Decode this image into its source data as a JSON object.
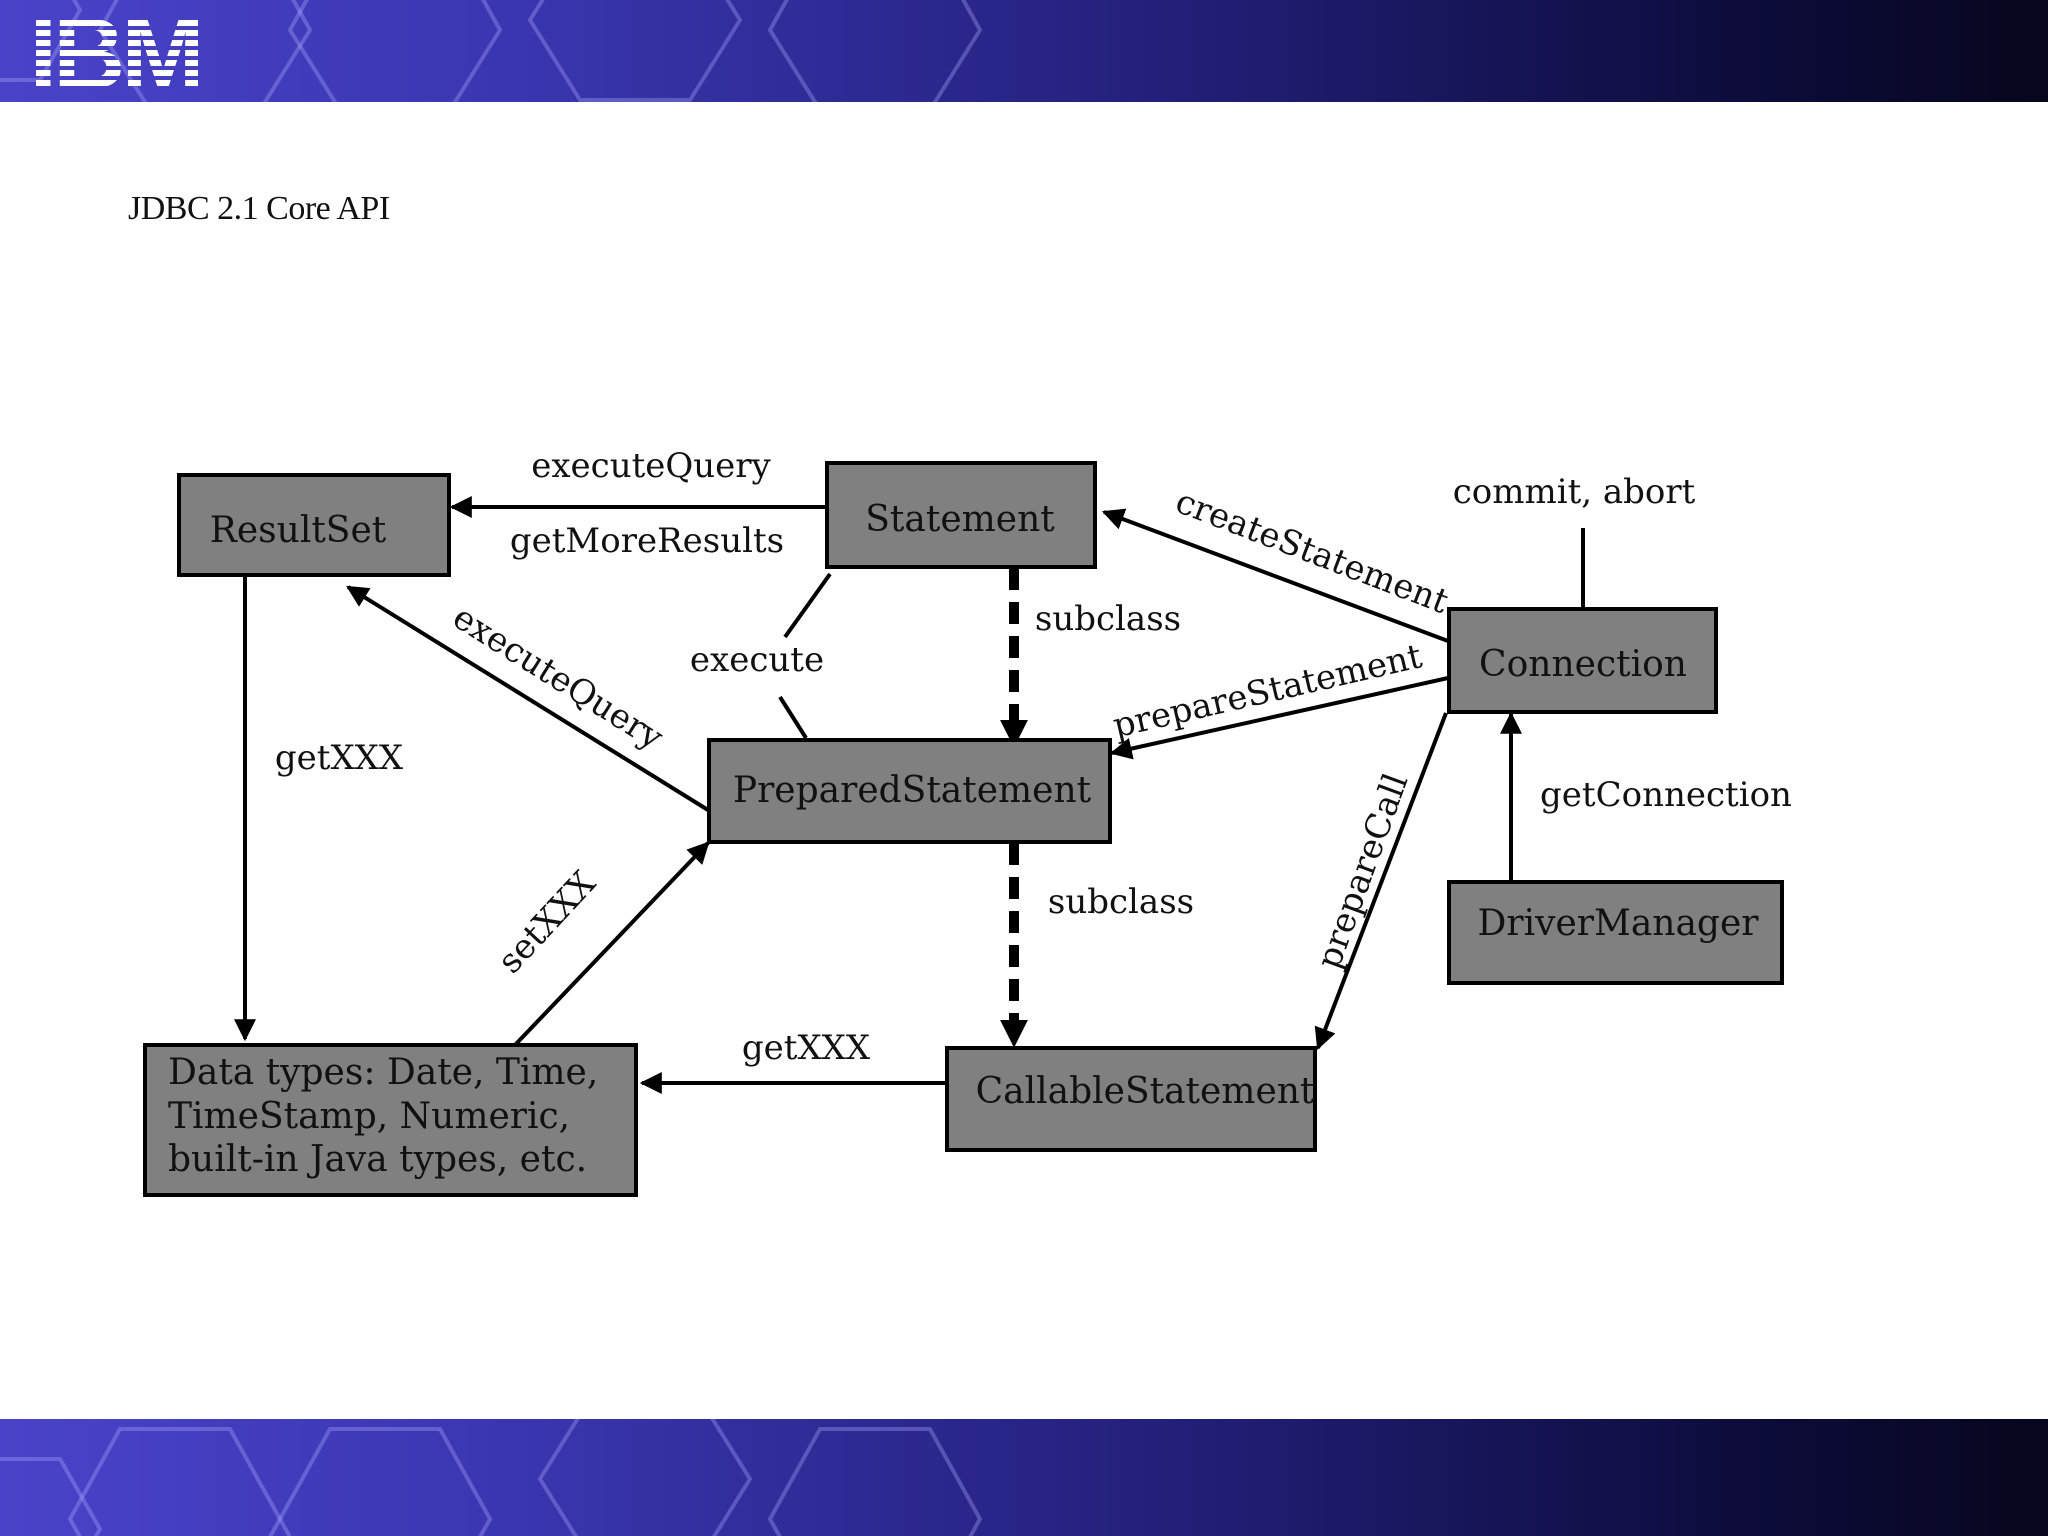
{
  "slide": {
    "title": "JDBC 2.1 Core API",
    "logo_text": "IBM"
  },
  "colors": {
    "band_start": "#4a43c9",
    "band_end": "#06061e",
    "node_fill": "#808080",
    "node_stroke": "#000000",
    "edge": "#000000"
  },
  "diagram": {
    "nodes": [
      {
        "id": "resultset",
        "label": "ResultSet"
      },
      {
        "id": "statement",
        "label": "Statement"
      },
      {
        "id": "connection",
        "label": "Connection"
      },
      {
        "id": "prepared",
        "label": "PreparedStatement"
      },
      {
        "id": "drivermanager",
        "label": "DriverManager"
      },
      {
        "id": "datatypes",
        "label_lines": [
          "Data types: Date, Time,",
          "TimeStamp, Numeric,",
          "built-in Java types, etc."
        ]
      },
      {
        "id": "callable",
        "label": "CallableStatement"
      }
    ],
    "edges": [
      {
        "from": "statement",
        "to": "resultset",
        "labels": [
          "executeQuery",
          "getMoreResults"
        ],
        "style": "solid"
      },
      {
        "from": "connection",
        "to": "statement",
        "labels": [
          "createStatement"
        ],
        "style": "solid"
      },
      {
        "from": "connection",
        "to": "prepared",
        "labels": [
          "prepareStatement"
        ],
        "style": "solid"
      },
      {
        "from": "connection",
        "to": "callable",
        "labels": [
          "prepareCall"
        ],
        "style": "solid"
      },
      {
        "from": "drivermanager",
        "to": "connection",
        "labels": [
          "getConnection"
        ],
        "style": "solid"
      },
      {
        "from": "connection",
        "to": "",
        "labels": [
          "commit, abort"
        ],
        "style": "line"
      },
      {
        "from": "statement",
        "to": "prepared",
        "labels": [
          "subclass"
        ],
        "style": "dashed"
      },
      {
        "from": "prepared",
        "to": "callable",
        "labels": [
          "subclass"
        ],
        "style": "dashed"
      },
      {
        "from": "prepared",
        "to": "resultset",
        "labels": [
          "executeQuery"
        ],
        "style": "solid"
      },
      {
        "from": "statement",
        "to": "prepared",
        "labels": [
          "execute"
        ],
        "style": "line"
      },
      {
        "from": "resultset",
        "to": "datatypes",
        "labels": [
          "getXXX"
        ],
        "style": "solid"
      },
      {
        "from": "datatypes",
        "to": "prepared",
        "labels": [
          "setXXX"
        ],
        "style": "solid"
      },
      {
        "from": "callable",
        "to": "datatypes",
        "labels": [
          "getXXX"
        ],
        "style": "solid"
      }
    ]
  }
}
